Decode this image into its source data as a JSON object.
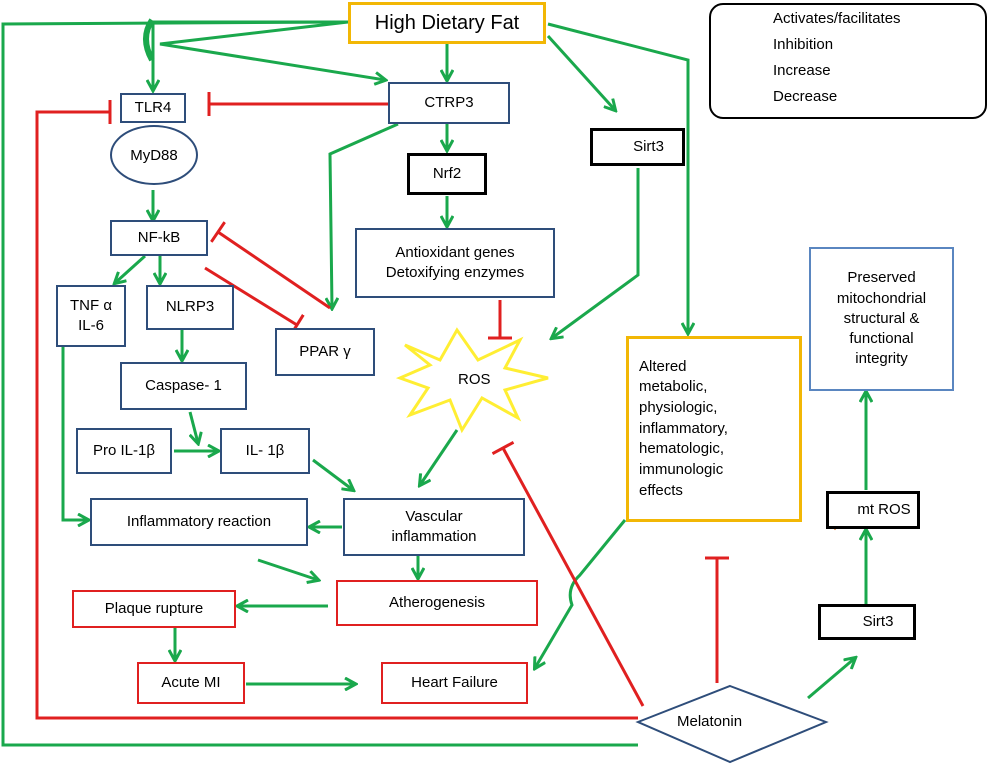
{
  "legend": {
    "activates": "Activates/facilitates",
    "inhibition": "Inhibition",
    "increase": "Increase",
    "decrease": "Decrease"
  },
  "nodes": {
    "high_fat": "High Dietary Fat",
    "tlr4": "TLR4",
    "myd88": "MyD88",
    "ctrp3": "CTRP3",
    "sirt3_top": "Sirt3",
    "nrf2": "Nrf2",
    "antioxidant": "Antioxidant genes\nDetoxifying enzymes",
    "nfkb": "NF-kB",
    "tnf": "TNF α\nIL-6",
    "nlrp3": "NLRP3",
    "ppar": "PPAR γ",
    "ros": "ROS",
    "altered": "Altered\nmetabolic,\nphysiologic,\ninflammatory,\nhematologic,\nimmunologic\neffects",
    "preserved": "Preserved\nmitochondrial\nstructural &\nfunctional\nintegrity",
    "caspase": "Caspase- 1",
    "pro_il1b": "Pro IL-1β",
    "il1b": "IL- 1β",
    "inflam_reaction": "Inflammatory reaction",
    "vascular": "Vascular\ninflammation",
    "mt_ros": "mt ROS",
    "plaque": "Plaque rupture",
    "atherogenesis": "Atherogenesis",
    "sirt3_bottom": "Sirt3",
    "acute_mi": "Acute  MI",
    "heart_failure": "Heart  Failure",
    "melatonin": "Melatonin"
  },
  "colors": {
    "activate": "#1aa84c",
    "inhibit": "#e02020",
    "increase": "#9ee53a",
    "decrease": "#e3711a",
    "blue_border": "#2e4d7a",
    "gold_border": "#f2b705"
  }
}
